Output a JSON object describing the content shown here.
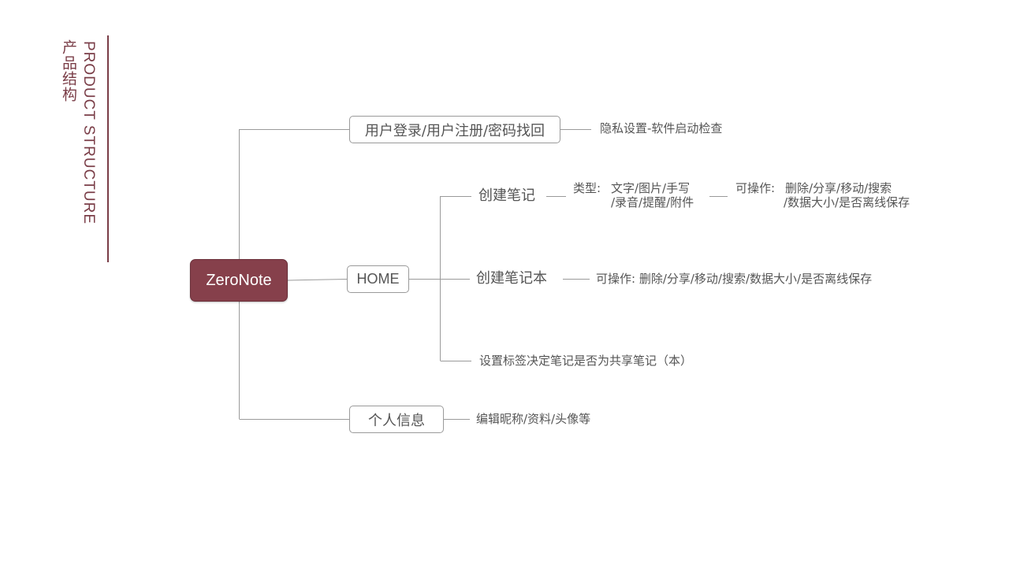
{
  "title": {
    "en": "PRODUCT STRUCTURE",
    "cn": "产品结构"
  },
  "colors": {
    "accent": "#86404b",
    "line": "#9a9a9a",
    "text": "#555555"
  },
  "root": {
    "label": "ZeroNote"
  },
  "branches": {
    "login": {
      "label": "用户登录/用户注册/密码找回",
      "detail": "隐私设置-软件启动检查"
    },
    "home": {
      "label": "HOME",
      "create_note": {
        "label": "创建笔记",
        "type_label": "类型:",
        "types_line1": "文字/图片/手写",
        "types_line2": "/录音/提醒/附件",
        "ops_label": "可操作:",
        "ops_line1": "删除/分享/移动/搜索",
        "ops_line2": "/数据大小/是否离线保存"
      },
      "create_notebook": {
        "label": "创建笔记本",
        "ops": "可操作:  删除/分享/移动/搜索/数据大小/是否离线保存"
      },
      "share_tag": {
        "label": "设置标签决定笔记是否为共享笔记（本）"
      }
    },
    "profile": {
      "label": "个人信息",
      "detail": "编辑昵称/资料/头像等"
    }
  }
}
